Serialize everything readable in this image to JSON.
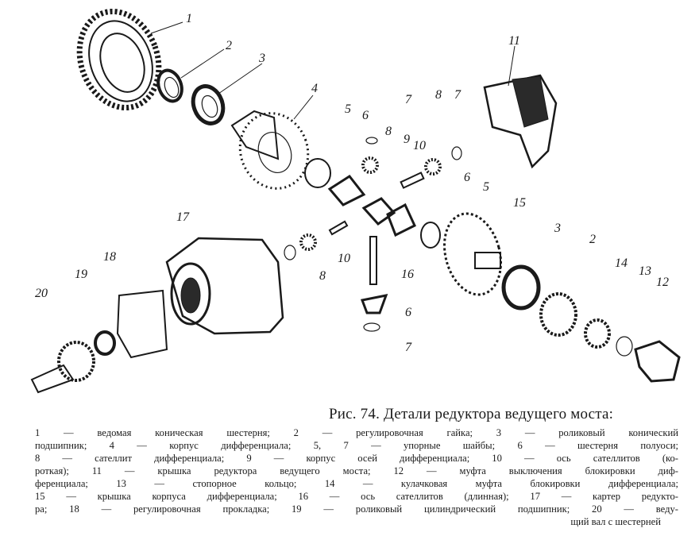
{
  "figure": {
    "labels": [
      {
        "id": "l1",
        "text": "1"
      },
      {
        "id": "l2",
        "text": "2"
      },
      {
        "id": "l3",
        "text": "3"
      },
      {
        "id": "l4",
        "text": "4"
      },
      {
        "id": "l5",
        "text": "5"
      },
      {
        "id": "l6",
        "text": "6"
      },
      {
        "id": "l7",
        "text": "7"
      },
      {
        "id": "l8",
        "text": "8"
      },
      {
        "id": "l9",
        "text": "9"
      },
      {
        "id": "l10",
        "text": "10"
      },
      {
        "id": "l11",
        "text": "11"
      },
      {
        "id": "l8b",
        "text": "8"
      },
      {
        "id": "l7b",
        "text": "7"
      },
      {
        "id": "l15",
        "text": "15"
      },
      {
        "id": "l5b",
        "text": "5"
      },
      {
        "id": "l6b",
        "text": "6"
      },
      {
        "id": "l17",
        "text": "17"
      },
      {
        "id": "l3b",
        "text": "3"
      },
      {
        "id": "l2b",
        "text": "2"
      },
      {
        "id": "l14",
        "text": "14"
      },
      {
        "id": "l13",
        "text": "13"
      },
      {
        "id": "l12",
        "text": "12"
      },
      {
        "id": "l18",
        "text": "18"
      },
      {
        "id": "l19",
        "text": "19"
      },
      {
        "id": "l20",
        "text": "20"
      },
      {
        "id": "l10b",
        "text": "10"
      },
      {
        "id": "l8c",
        "text": "8"
      },
      {
        "id": "l16",
        "text": "16"
      },
      {
        "id": "l6c",
        "text": "6"
      },
      {
        "id": "l7c",
        "text": "7"
      }
    ]
  },
  "caption": {
    "title": "Рис. 74. Детали редуктора ведущего моста:",
    "lines": [
      "1 — ведомая коническая шестерня; 2 — регулировочная гайка; 3 — роликовый конический",
      "подшипник; 4 — корпус дифференциала; 5, 7 — упорные шайбы; 6 — шестерня полуоси;",
      "8 — сателлит дифференциала; 9 — корпус осей дифференциала; 10 — ось сателлитов (ко-",
      "роткая); 11 — крышка редуктора ведущего моста; 12 — муфта выключения блокировки диф-",
      "ференциала; 13 — стопорное кольцо; 14 — кулачковая муфта блокировки дифференциала;",
      "15 — крышка корпуса дифференциала; 16 — ось сателлитов (длинная); 17 — картер редукто-",
      "ра; 18 — регулировочная прокладка; 19 — роликовый цилиндрический подшипник; 20 — веду-",
      "щий вал с шестерней"
    ]
  }
}
